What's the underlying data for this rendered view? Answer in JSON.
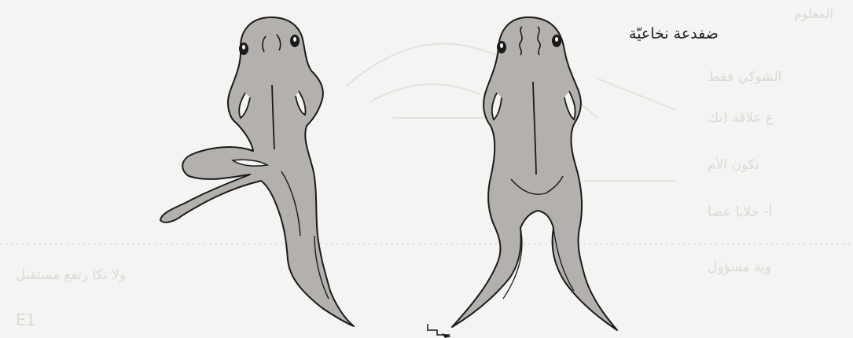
{
  "caption": "ضفدعة نخاعيّة",
  "bleed_through": {
    "lines": [
      "المعلوم",
      "الشوكي فقط",
      "ع علاقة (تك",
      "تكون الأم",
      "أ- خلايا عصا",
      "وية مسؤول",
      "ولا نكا رتفع مستقبل"
    ],
    "page_number": "E1"
  },
  "colors": {
    "frog_fill": "#b3b0ae",
    "outline": "#1a1a1a",
    "background": "#f4f4f2"
  }
}
